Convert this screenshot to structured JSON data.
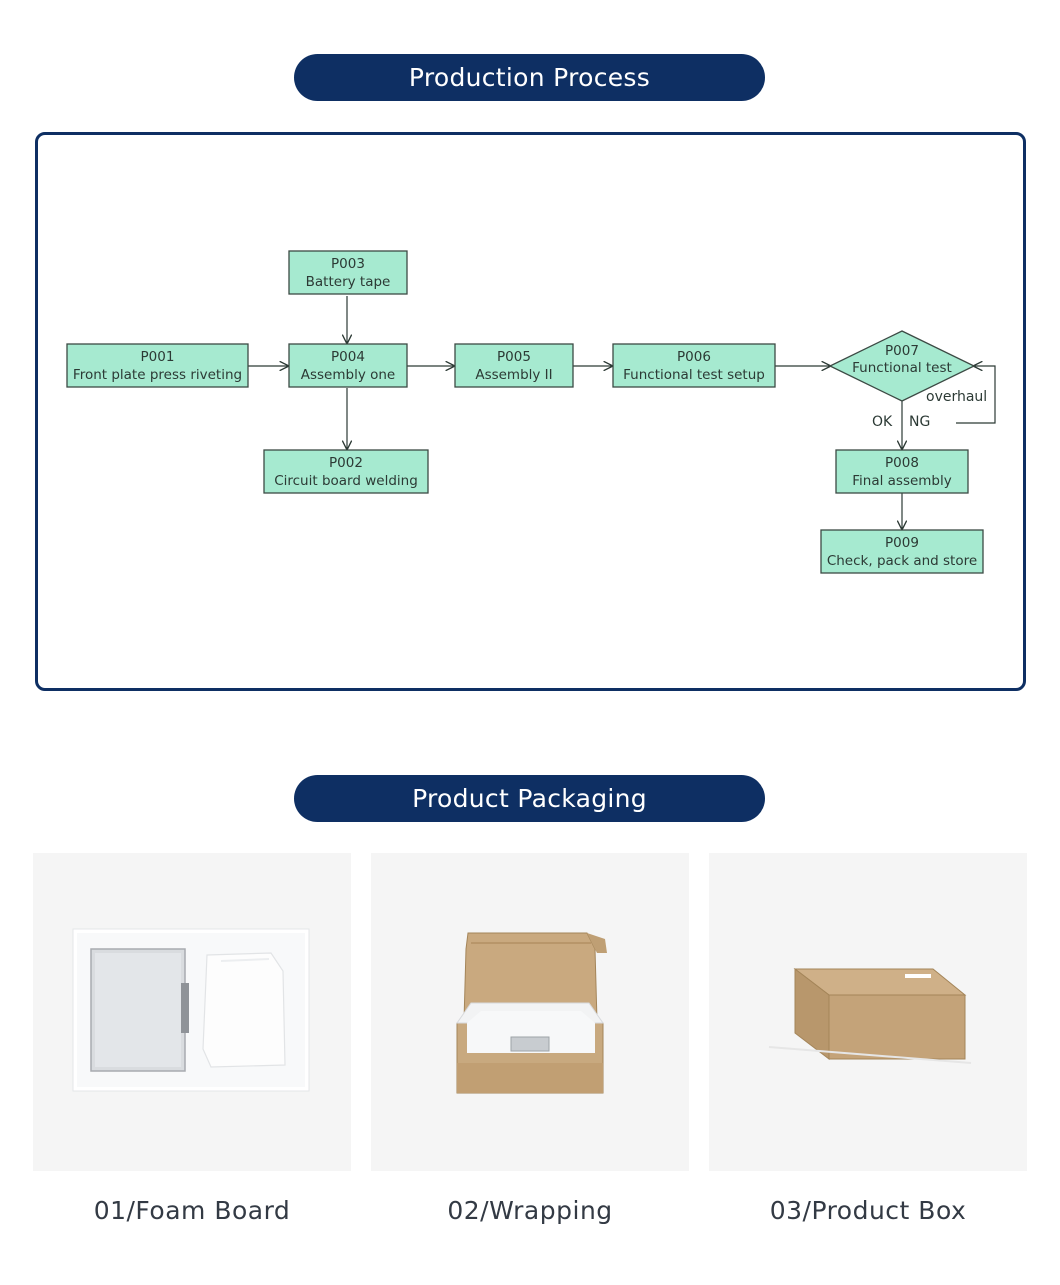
{
  "section_process": {
    "title": "Production Process"
  },
  "flowchart": {
    "nodes": [
      {
        "id": "P001",
        "code": "P001",
        "label": "Front plate press riveting"
      },
      {
        "id": "P003",
        "code": "P003",
        "label": "Battery tape"
      },
      {
        "id": "P004",
        "code": "P004",
        "label": "Assembly one"
      },
      {
        "id": "P002",
        "code": "P002",
        "label": "Circuit board welding"
      },
      {
        "id": "P005",
        "code": "P005",
        "label": "Assembly II"
      },
      {
        "id": "P006",
        "code": "P006",
        "label": "Functional test setup"
      },
      {
        "id": "P007",
        "code": "P007",
        "label": "Functional test",
        "shape": "diamond"
      },
      {
        "id": "P008",
        "code": "P008",
        "label": "Final assembly"
      },
      {
        "id": "P009",
        "code": "P009",
        "label": "Check, pack and store"
      }
    ],
    "edges": [
      {
        "from": "P001",
        "to": "P004"
      },
      {
        "from": "P003",
        "to": "P004"
      },
      {
        "from": "P004",
        "to": "P002"
      },
      {
        "from": "P004",
        "to": "P005"
      },
      {
        "from": "P005",
        "to": "P006"
      },
      {
        "from": "P006",
        "to": "P007"
      },
      {
        "from": "P007",
        "to": "P008",
        "label": "OK"
      },
      {
        "from": "P007",
        "to": "P007",
        "label": "NG / overhaul"
      },
      {
        "from": "P008",
        "to": "P009"
      }
    ],
    "labels": {
      "ok": "OK",
      "ng": "NG",
      "overhaul": "overhaul"
    },
    "colors": {
      "node_fill": "#a6ead0",
      "stroke": "#3c4a44"
    }
  },
  "section_packaging": {
    "title": "Product Packaging",
    "items": [
      {
        "caption": "01/Foam Board",
        "image": "foam-board-photo"
      },
      {
        "caption": "02/Wrapping",
        "image": "open-box-photo"
      },
      {
        "caption": "03/Product Box",
        "image": "closed-box-photo"
      }
    ]
  },
  "colors": {
    "accent": "#0e2f63",
    "card_bg": "#f5f5f5",
    "caption": "#333a44"
  }
}
